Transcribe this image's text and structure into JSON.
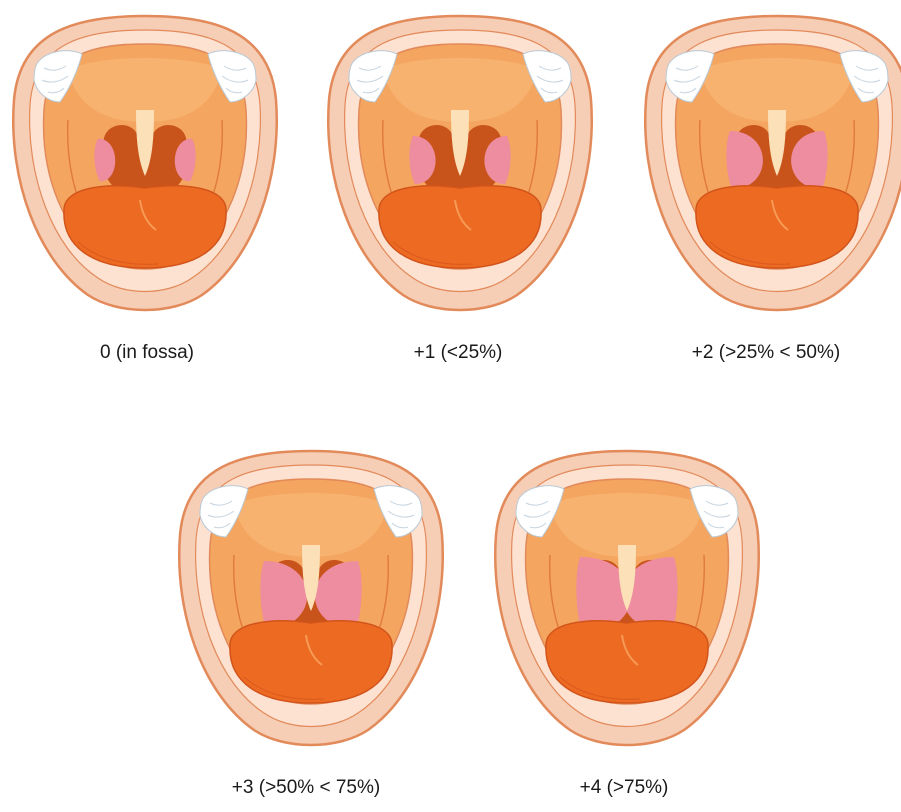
{
  "panels": [
    {
      "grade_label": "0 (in fossa)",
      "tonsil_size": 0.12
    },
    {
      "grade_label": "+1 (<25%)",
      "tonsil_size": 0.25
    },
    {
      "grade_label": "+2 (>25% < 50%)",
      "tonsil_size": 0.5
    },
    {
      "grade_label": "+3 (>50% < 75%)",
      "tonsil_size": 0.75
    },
    {
      "grade_label": "+4 (>75%)",
      "tonsil_size": 0.95
    }
  ],
  "colors": {
    "lip_outer": "#f6cdb5",
    "lip_edge": "#e28a5a",
    "throat": "#f4a55f",
    "throat_dark": "#c8541c",
    "tongue": "#ec6a22",
    "tonsil": "#ee8ca0",
    "teeth": "#ffffff",
    "uvula": "#fbe0b8"
  }
}
